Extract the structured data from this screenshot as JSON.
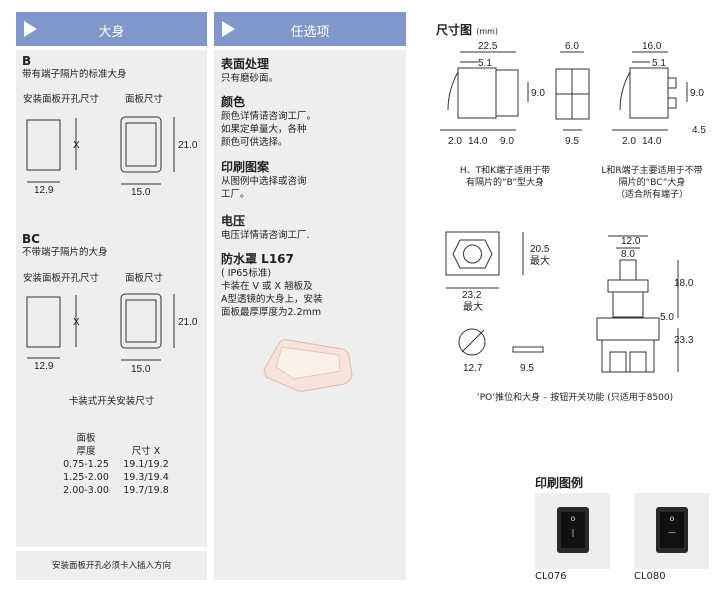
{
  "left": {
    "header": "大身",
    "b": {
      "code": "B",
      "desc": "带有端子隔片的标准大身",
      "cutout_label": "安装面板开孔尺寸",
      "panel_label": "面板尺寸",
      "x": "X",
      "w1": "12.9",
      "h2": "21.0",
      "w2": "15.0"
    },
    "bc": {
      "code": "BC",
      "desc": "不带端子隔片的大身",
      "cutout_label": "安装面板开孔尺寸",
      "panel_label": "面板尺寸",
      "x": "X",
      "w1": "12.9",
      "h2": "21.0",
      "w2": "15.0"
    },
    "snap_title": "卡装式开关安装尺寸",
    "table": {
      "col1": [
        "面板",
        "厚度"
      ],
      "col2": "尺寸 X",
      "rows": [
        [
          "0.75-1.25",
          "19.1/19.2"
        ],
        [
          "1.25-2.00",
          "19.3/19.4"
        ],
        [
          "2.00-3.00",
          "19.7/19.8"
        ]
      ]
    },
    "footer": "安装面板开孔必须卡入插入方向"
  },
  "middle": {
    "header": "任选项",
    "sections": [
      {
        "title": "表面处理",
        "lines": [
          "只有磨砂面。"
        ]
      },
      {
        "title": "颜色",
        "lines": [
          "颜色详情请咨询工厂。",
          "如果定单量大，各种",
          "颜色可供选择。"
        ]
      },
      {
        "title": "印刷图案",
        "lines": [
          "从图例中选择或咨询",
          "工厂。"
        ]
      },
      {
        "title": "电压",
        "lines": [
          "电压详情请咨询工厂."
        ]
      },
      {
        "title": "防水罩  L167",
        "lines": [
          "( IP65标准)",
          "卡装在 V 或 X 翘板及",
          "A型透镜的大身上，安装",
          "面板最厚厚度为2.2mm"
        ]
      }
    ]
  },
  "dims": {
    "title": "尺寸图",
    "unit": "(mm)",
    "d1": {
      "a": "22.5",
      "b": "5.1",
      "c": "9.0",
      "d": "2.0",
      "e": "14.0",
      "f": "9.0"
    },
    "d2": {
      "a": "6.0",
      "b": "9.5"
    },
    "d3": {
      "a": "16.0",
      "b": "5.1",
      "c": "9.0",
      "d": "2.0",
      "e": "14.0",
      "f": "4.5"
    },
    "cap1": [
      "H、T和K端子适用于带",
      "有隔片的“B”型大身"
    ],
    "cap2": [
      "L和R端子主要适用于不带",
      "隔片的“BC”大身",
      "（适合所有端子）"
    ],
    "po": {
      "h": "20.5",
      "hmax": "最大",
      "w": "23.2",
      "wmax": "最大",
      "dia": "12.7",
      "key": "9.5",
      "a": "12.0",
      "b": "8.0",
      "c": "18.0",
      "d": "5.0",
      "e": "23.3"
    },
    "po_caption": "‘PO’推位和大身 – 按钮开关功能 (只适用于8500)"
  },
  "legend": {
    "title": "印刷图例",
    "items": [
      {
        "code": "CL076",
        "bottom": "|"
      },
      {
        "code": "CL080",
        "bottom": "—"
      }
    ]
  }
}
